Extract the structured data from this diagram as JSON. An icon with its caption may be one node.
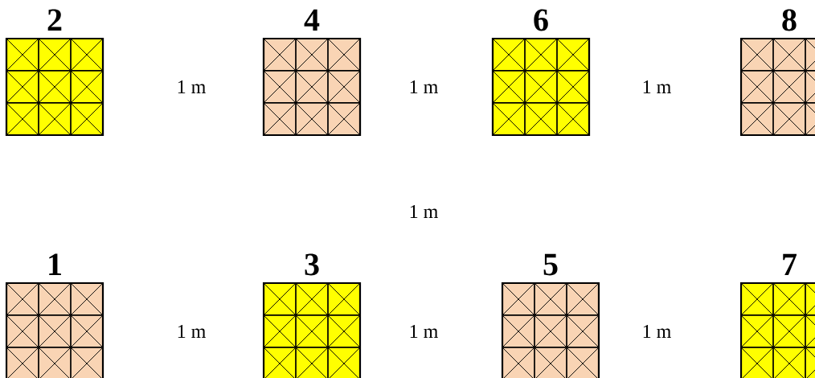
{
  "diagram": {
    "nodes": [
      {
        "text": [
          "2"
        ]
      },
      {
        "text": [
          "4"
        ]
      },
      {
        "text": [
          "6"
        ]
      },
      {
        "text": [
          "8"
        ]
      },
      {
        "text": [
          "1"
        ]
      },
      {
        "text": [
          "3"
        ]
      },
      {
        "text": [
          "5"
        ]
      },
      {
        "text": [
          "7"
        ]
      }
    ],
    "labels": [
      "1 m",
      "1 m",
      "1 m",
      "1 m",
      "1 m",
      "1 m",
      "1 m"
    ]
  }
}
